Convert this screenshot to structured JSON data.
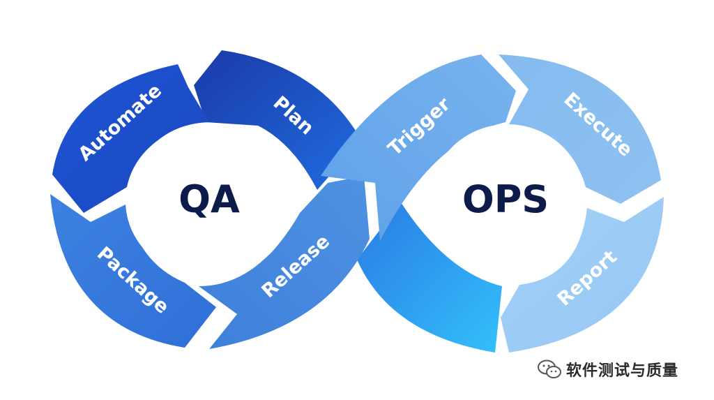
{
  "hubs": {
    "left": "QA",
    "right": "OPS"
  },
  "segments": {
    "automate": "Automate",
    "plan": "Plan",
    "package": "Package",
    "release": "Release",
    "trigger": "Trigger",
    "execute": "Execute",
    "report": "Report"
  },
  "watermark": {
    "text": "软件测试与质量",
    "icon": "wechat-icon"
  },
  "colors": {
    "automate": "#1f55d1",
    "plan": "#1a3fb0",
    "package": "#3375dc",
    "release": "#4a8fe0",
    "trigger": "#6aaaea",
    "execute": "#86bcef",
    "report": "#9dcdf6",
    "bottom_right": "#2f9ff0",
    "hub_text": "#0d1b4a"
  }
}
